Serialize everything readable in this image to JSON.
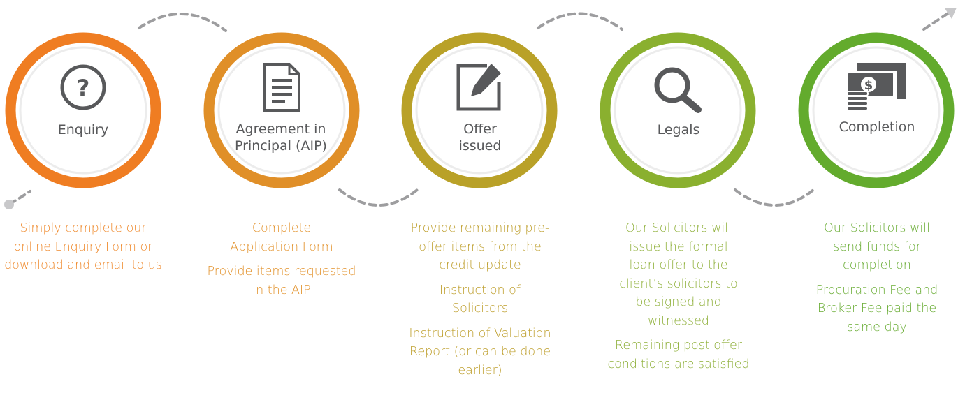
{
  "colors": {
    "connector": "#9d9d9f",
    "ring_inner": "#ececec",
    "icon": "#58595b",
    "label": "#58595b"
  },
  "steps": [
    {
      "label": "Enquiry",
      "icon": "question-circle-icon",
      "color": "#ef7d22",
      "text_color": "#ef8a2d",
      "descriptions": [
        "Simply complete our online Enquiry Form or download and email to us"
      ]
    },
    {
      "label": "Agreement in Principal (AIP)",
      "icon": "document-icon",
      "color": "#e08f28",
      "text_color": "#e3942f",
      "descriptions": [
        "Complete Application Form",
        "Provide items requested in the AIP"
      ]
    },
    {
      "label": "Offer issued",
      "icon": "edit-icon",
      "color": "#b9a128",
      "text_color": "#bfa02f",
      "descriptions": [
        "Provide remaining pre-offer items from the credit update",
        "Instruction of Solicitors",
        "Instruction of Valuation Report (or can be done earlier)"
      ]
    },
    {
      "label": "Legals",
      "icon": "magnifier-icon",
      "color": "#8ab02f",
      "text_color": "#8fb03a",
      "descriptions": [
        "Our Solicitors will issue the formal loan offer to the client’s solicitors to be signed and witnessed",
        "Remaining post offer conditions are satisfied"
      ]
    },
    {
      "label": "Completion",
      "icon": "money-icon",
      "color": "#63ab2d",
      "text_color": "#6aad35",
      "descriptions": [
        "Our Solicitors will send funds for completion",
        "Procuration Fee and Broker Fee paid the same day"
      ]
    }
  ]
}
